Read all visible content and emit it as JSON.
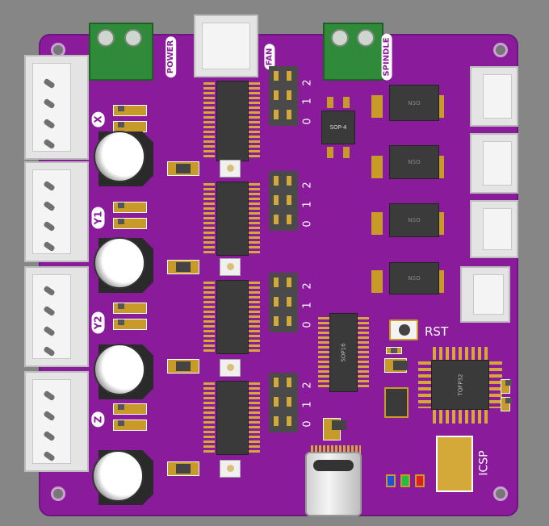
{
  "colors": {
    "board": "#8a1c9c",
    "background": "#868686",
    "terminal": "#2f8a3a",
    "pad": "#c79a2a"
  },
  "labels": {
    "power": "POWER",
    "fan": "FAN",
    "spindle": "SPINDLE",
    "x": "X",
    "y1": "Y1",
    "y2": "Y2",
    "z": "Z",
    "rst": "RST",
    "icsp": "ICSP"
  },
  "chips": {
    "sop4": "SOP-4",
    "sop16": "SOP16",
    "tqfp": "TQFP32",
    "opto": [
      "NSO",
      "NSO",
      "NSO",
      "NSO"
    ]
  },
  "jumper_labels": [
    "2",
    "1",
    "0"
  ],
  "leds": [
    "#1f4fe0",
    "#20c040",
    "#e02020"
  ]
}
